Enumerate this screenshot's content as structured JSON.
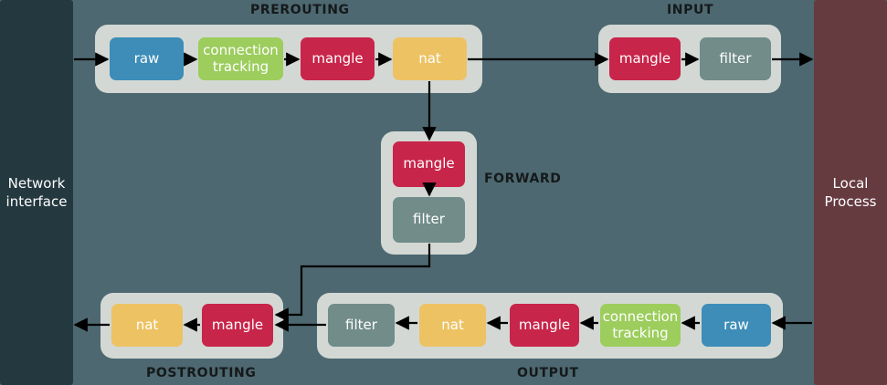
{
  "diagram": {
    "title": "netfilter packet flow",
    "background_color": "#4d6870"
  },
  "endpoints": {
    "left": {
      "name": "network-interface",
      "label": "Network\ninterface",
      "line1": "Network",
      "line2": "interface",
      "color": "#24383f"
    },
    "right": {
      "name": "local-process",
      "label": "Local\nProcess",
      "line1": "Local",
      "line2": "Process",
      "color": "#663b40"
    }
  },
  "palette": {
    "raw": "#3d8db8",
    "connection_tracking": "#9ccd5d",
    "mangle": "#c8254a",
    "nat": "#edc263",
    "filter": "#718c89",
    "chain_shell": "#d3d8d4",
    "background": "#4d6870",
    "label_text": "#15191a",
    "box_text": "#ffffff"
  },
  "chains": [
    {
      "name": "prerouting",
      "label": "PREROUTING",
      "direction": "left-to-right",
      "boxes": [
        {
          "label": "raw",
          "type": "raw"
        },
        {
          "label_line1": "connection",
          "label_line2": "tracking",
          "label": "connection tracking",
          "type": "connection_tracking"
        },
        {
          "label": "mangle",
          "type": "mangle"
        },
        {
          "label": "nat",
          "type": "nat"
        }
      ]
    },
    {
      "name": "input",
      "label": "INPUT",
      "direction": "left-to-right",
      "boxes": [
        {
          "label": "mangle",
          "type": "mangle"
        },
        {
          "label": "filter",
          "type": "filter"
        }
      ]
    },
    {
      "name": "forward",
      "label": "FORWARD",
      "direction": "top-to-bottom",
      "boxes": [
        {
          "label": "mangle",
          "type": "mangle"
        },
        {
          "label": "filter",
          "type": "filter"
        }
      ]
    },
    {
      "name": "postrouting",
      "label": "POSTROUTING",
      "direction": "right-to-left",
      "boxes": [
        {
          "label": "nat",
          "type": "nat"
        },
        {
          "label": "mangle",
          "type": "mangle"
        }
      ]
    },
    {
      "name": "output",
      "label": "OUTPUT",
      "direction": "right-to-left",
      "boxes": [
        {
          "label": "filter",
          "type": "filter"
        },
        {
          "label": "nat",
          "type": "nat"
        },
        {
          "label": "mangle",
          "type": "mangle"
        },
        {
          "label_line1": "connection",
          "label_line2": "tracking",
          "label": "connection tracking",
          "type": "connection_tracking"
        },
        {
          "label": "raw",
          "type": "raw"
        }
      ]
    }
  ],
  "flows": [
    {
      "from": "network-interface",
      "to": "prerouting.raw"
    },
    {
      "from": "prerouting.raw",
      "to": "prerouting.connection-tracking"
    },
    {
      "from": "prerouting.connection-tracking",
      "to": "prerouting.mangle"
    },
    {
      "from": "prerouting.mangle",
      "to": "prerouting.nat"
    },
    {
      "from": "prerouting.nat",
      "to": "input.mangle"
    },
    {
      "from": "prerouting.nat",
      "to": "forward.mangle"
    },
    {
      "from": "input.mangle",
      "to": "input.filter"
    },
    {
      "from": "input.filter",
      "to": "local-process"
    },
    {
      "from": "forward.mangle",
      "to": "forward.filter"
    },
    {
      "from": "forward.filter",
      "to": "postrouting.mangle"
    },
    {
      "from": "local-process",
      "to": "output.raw"
    },
    {
      "from": "output.raw",
      "to": "output.connection-tracking"
    },
    {
      "from": "output.connection-tracking",
      "to": "output.mangle"
    },
    {
      "from": "output.mangle",
      "to": "output.nat"
    },
    {
      "from": "output.nat",
      "to": "output.filter"
    },
    {
      "from": "output.filter",
      "to": "postrouting.mangle"
    },
    {
      "from": "postrouting.mangle",
      "to": "postrouting.nat"
    },
    {
      "from": "postrouting.nat",
      "to": "network-interface"
    }
  ]
}
